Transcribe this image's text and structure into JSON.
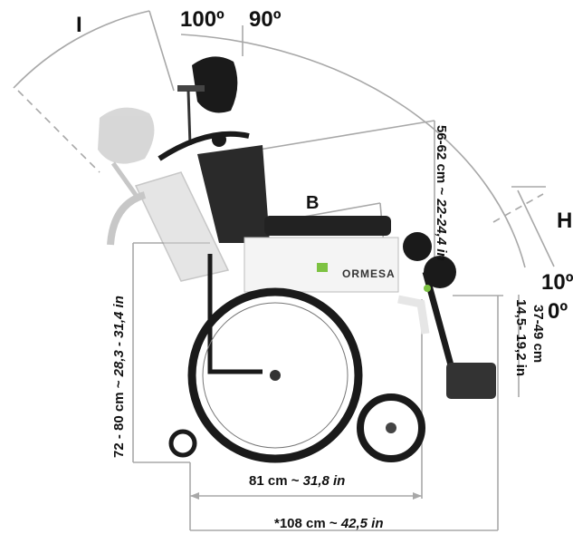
{
  "labels": {
    "angle_100": "100º",
    "angle_90": "90º",
    "letter_I": "I",
    "letter_B": "B",
    "letter_H": "H",
    "legrest_10": "10º",
    "legrest_0": "0º",
    "brand": "ORMESA"
  },
  "dimensions": {
    "backrest_value": "56-62 cm ~ ",
    "backrest_imperial": "22-24,4 in",
    "seat_height_value": "72 - 80 cm ~ ",
    "seat_height_imperial": "28,3 - 31,4 in",
    "depth_value": "81 cm ~ ",
    "depth_imperial": "31,8 in",
    "total_value": "*108 cm ~ ",
    "total_imperial": "42,5 in",
    "legrest_value": "37-49 cm",
    "legrest_imperial": "14,5- 19,2 in"
  },
  "colors": {
    "frame": "#1a1a1a",
    "accent": "#7dc242",
    "measure_line": "#a8a8a8",
    "ghost": "#b8b8b8"
  }
}
